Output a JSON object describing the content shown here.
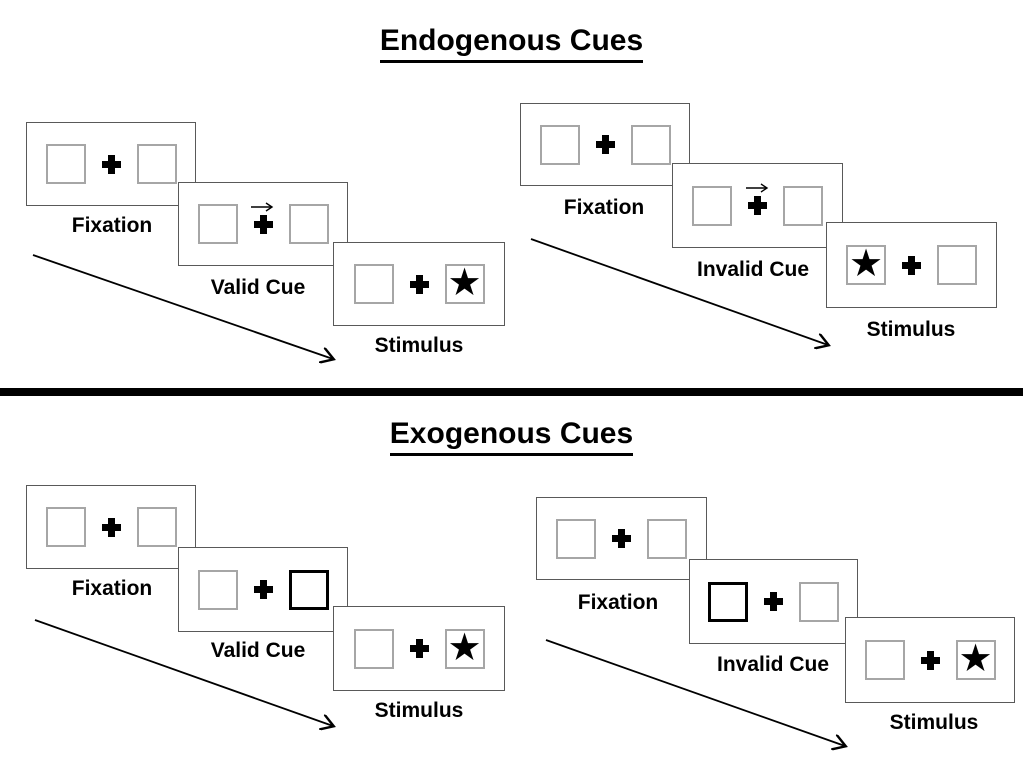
{
  "colors": {
    "ink": "#000000",
    "panelBorder": "#595959",
    "squareBorder": "#a6a6a6",
    "paper": "#ffffff"
  },
  "glyphs": {
    "star": "★"
  },
  "sections": [
    {
      "title": "Endogenous Cues",
      "groups": [
        {
          "name": "valid",
          "cue_type": "central-arrow-right",
          "stimulus_side": "right",
          "fixation_label": "Fixation",
          "cue_label": "Valid Cue",
          "stimulus_label": "Stimulus"
        },
        {
          "name": "invalid",
          "cue_type": "central-arrow-right",
          "stimulus_side": "left",
          "fixation_label": "Fixation",
          "cue_label": "Invalid Cue",
          "stimulus_label": "Stimulus"
        }
      ]
    },
    {
      "title": "Exogenous Cues",
      "groups": [
        {
          "name": "valid",
          "cue_type": "peripheral-box-right",
          "stimulus_side": "right",
          "fixation_label": "Fixation",
          "cue_label": "Valid Cue",
          "stimulus_label": "Stimulus"
        },
        {
          "name": "invalid",
          "cue_type": "peripheral-box-left",
          "stimulus_side": "right",
          "fixation_label": "Fixation",
          "cue_label": "Invalid Cue",
          "stimulus_label": "Stimulus"
        }
      ]
    }
  ]
}
